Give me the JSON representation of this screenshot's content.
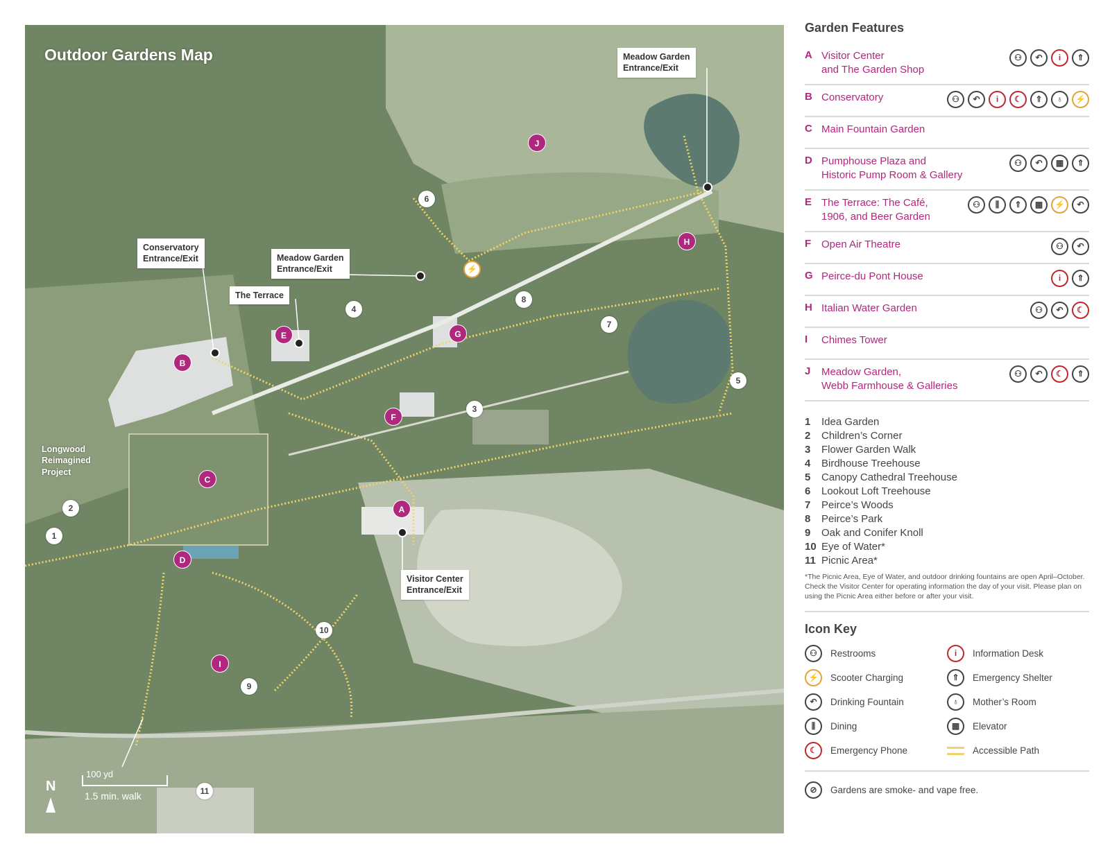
{
  "map": {
    "title": "Outdoor Gardens Map",
    "callouts": [
      {
        "id": "meadow-top",
        "text": "Meadow Garden\nEntrance/Exit"
      },
      {
        "id": "conservatory",
        "text": "Conservatory\nEntrance/Exit"
      },
      {
        "id": "meadow-mid",
        "text": "Meadow Garden\nEntrance/Exit"
      },
      {
        "id": "terrace",
        "text": "The Terrace"
      },
      {
        "id": "visitor",
        "text": "Visitor Center\nEntrance/Exit"
      }
    ],
    "area_label": "Longwood\nReimagined\nProject",
    "north": "N",
    "scale_distance": "100 yd",
    "scale_walk": "1.5 min. walk"
  },
  "legend": {
    "features_heading": "Garden Features",
    "features": [
      {
        "letter": "A",
        "name": "Visitor Center\nand The Garden Shop",
        "icons": [
          "restroom-icon",
          "drinking-fountain-icon",
          "information-icon",
          "emergency-shelter-icon"
        ]
      },
      {
        "letter": "B",
        "name": "Conservatory",
        "icons": [
          "restroom-icon",
          "drinking-fountain-icon",
          "information-icon",
          "emergency-phone-icon",
          "emergency-shelter-icon",
          "mothers-room-icon",
          "scooter-charging-icon"
        ]
      },
      {
        "letter": "C",
        "name": "Main Fountain Garden",
        "icons": []
      },
      {
        "letter": "D",
        "name": "Pumphouse Plaza and\nHistoric Pump Room & Gallery",
        "icons": [
          "restroom-icon",
          "drinking-fountain-icon",
          "elevator-icon",
          "emergency-shelter-icon"
        ]
      },
      {
        "letter": "E",
        "name": "The Terrace: The Café,\n1906, and Beer Garden",
        "icons": [
          "restroom-icon",
          "dining-icon",
          "emergency-shelter-icon",
          "elevator-icon",
          "scooter-charging-icon",
          "drinking-fountain-icon"
        ]
      },
      {
        "letter": "F",
        "name": "Open Air Theatre",
        "icons": [
          "restroom-icon",
          "drinking-fountain-icon"
        ]
      },
      {
        "letter": "G",
        "name": "Peirce-du Pont House",
        "icons": [
          "information-icon",
          "emergency-shelter-icon"
        ]
      },
      {
        "letter": "H",
        "name": "Italian Water Garden",
        "icons": [
          "restroom-icon",
          "drinking-fountain-icon",
          "emergency-phone-icon"
        ]
      },
      {
        "letter": "I",
        "name": "Chimes Tower",
        "icons": []
      },
      {
        "letter": "J",
        "name": "Meadow Garden,\nWebb Farmhouse & Galleries",
        "icons": [
          "restroom-icon",
          "drinking-fountain-icon",
          "emergency-phone-icon",
          "emergency-shelter-icon"
        ]
      }
    ],
    "numbered": [
      {
        "n": "1",
        "name": "Idea Garden"
      },
      {
        "n": "2",
        "name": "Children’s Corner"
      },
      {
        "n": "3",
        "name": "Flower Garden Walk"
      },
      {
        "n": "4",
        "name": "Birdhouse Treehouse"
      },
      {
        "n": "5",
        "name": "Canopy Cathedral Treehouse"
      },
      {
        "n": "6",
        "name": "Lookout Loft Treehouse"
      },
      {
        "n": "7",
        "name": "Peirce’s Woods"
      },
      {
        "n": "8",
        "name": "Peirce’s Park"
      },
      {
        "n": "9",
        "name": "Oak and Conifer Knoll"
      },
      {
        "n": "10",
        "name": "Eye of Water*"
      },
      {
        "n": "11",
        "name": "Picnic Area*"
      }
    ],
    "note": "*The Picnic Area, Eye of Water, and outdoor drinking fountains are open April–October. Check the Visitor Center for operating information the day of your visit. Please plan on using the Picnic Area either before or after your visit.",
    "icon_key_heading": "Icon Key",
    "icon_key": [
      {
        "icon": "restroom-icon",
        "label": "Restrooms"
      },
      {
        "icon": "information-icon",
        "label": "Information Desk"
      },
      {
        "icon": "scooter-charging-icon",
        "label": "Scooter Charging"
      },
      {
        "icon": "emergency-shelter-icon",
        "label": "Emergency Shelter"
      },
      {
        "icon": "drinking-fountain-icon",
        "label": "Drinking Fountain"
      },
      {
        "icon": "mothers-room-icon",
        "label": "Mother’s Room"
      },
      {
        "icon": "dining-icon",
        "label": "Dining"
      },
      {
        "icon": "elevator-icon",
        "label": "Elevator"
      },
      {
        "icon": "emergency-phone-icon",
        "label": "Emergency Phone"
      },
      {
        "icon": "accessible-path-swatch",
        "label": "Accessible Path"
      }
    ],
    "smoke_free": "Gardens are smoke- and vape free."
  },
  "colors": {
    "accent": "#b0287e",
    "emergency_red": "#c1272d",
    "scooter_orange": "#e6a23c",
    "path_yellow": "#f1d36a"
  }
}
